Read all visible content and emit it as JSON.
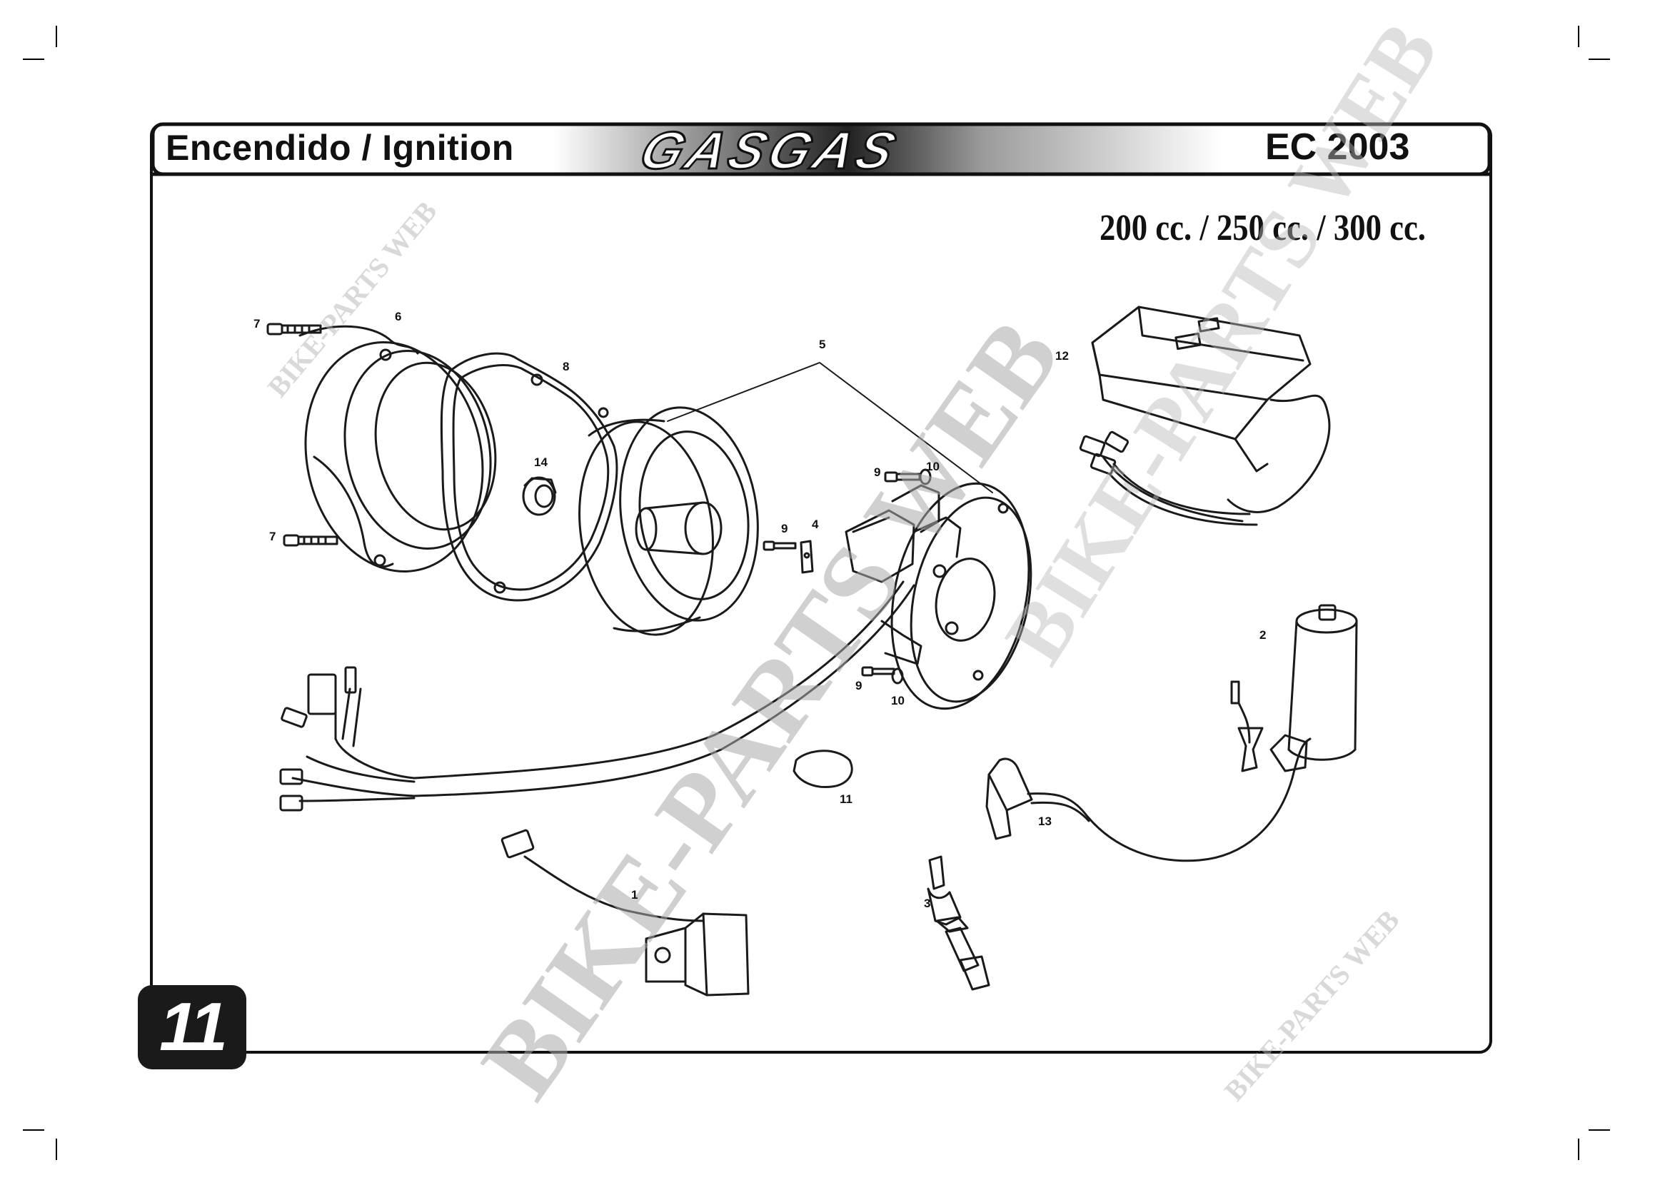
{
  "header": {
    "title": "Encendido / Ignition",
    "brand": "GASGAS",
    "model": "EC 2003"
  },
  "displacement": "200 cc. / 250 cc. / 300 cc.",
  "page_number": "11",
  "watermarks": [
    "BIKE-PARTS WEB",
    "BIKE-PARTS WEB",
    "BIKE-PARTS WEB",
    "BIKE-PARTS WEB"
  ],
  "callouts": [
    "1",
    "2",
    "3",
    "4",
    "5",
    "6",
    "7",
    "7",
    "8",
    "9",
    "9",
    "9",
    "10",
    "10",
    "11",
    "12",
    "13",
    "14"
  ]
}
